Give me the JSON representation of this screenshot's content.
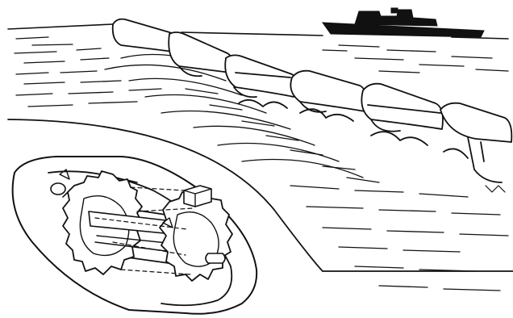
{
  "figure": {
    "style": "black-and-white line illustration",
    "colors": {
      "ink": "#111111",
      "paper": "#ffffff"
    },
    "elements": [
      "sea-surface",
      "ship",
      "wave-energy-converter-chain",
      "cutaway-detail-inset"
    ],
    "converter_segment_count": 6
  }
}
